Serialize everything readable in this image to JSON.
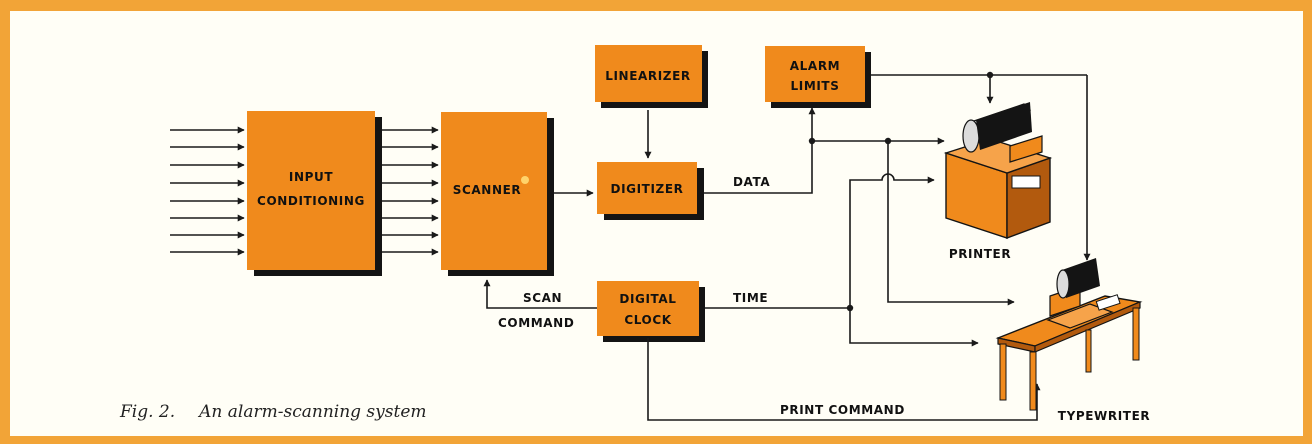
{
  "blocks": {
    "input_conditioning": [
      "INPUT",
      "CONDITIONING"
    ],
    "scanner": "SCANNER",
    "linearizer": "LINEARIZER",
    "digitizer": "DIGITIZER",
    "alarm_limits": [
      "ALARM",
      "LIMITS"
    ],
    "digital_clock": [
      "DIGITAL",
      "CLOCK"
    ]
  },
  "devices": {
    "printer": "PRINTER",
    "typewriter": "TYPEWRITER"
  },
  "signals": {
    "data": "DATA",
    "time": "TIME",
    "scan_command": [
      "SCAN",
      "COMMAND"
    ],
    "print_command": "PRINT COMMAND"
  },
  "caption": {
    "figure": "Fig. 2.",
    "title": "An alarm-scanning system"
  },
  "colors": {
    "frame": "#f2a437",
    "block_fill": "#f08a1c",
    "block_shadow": "#141414",
    "line": "#1a1a1a"
  }
}
